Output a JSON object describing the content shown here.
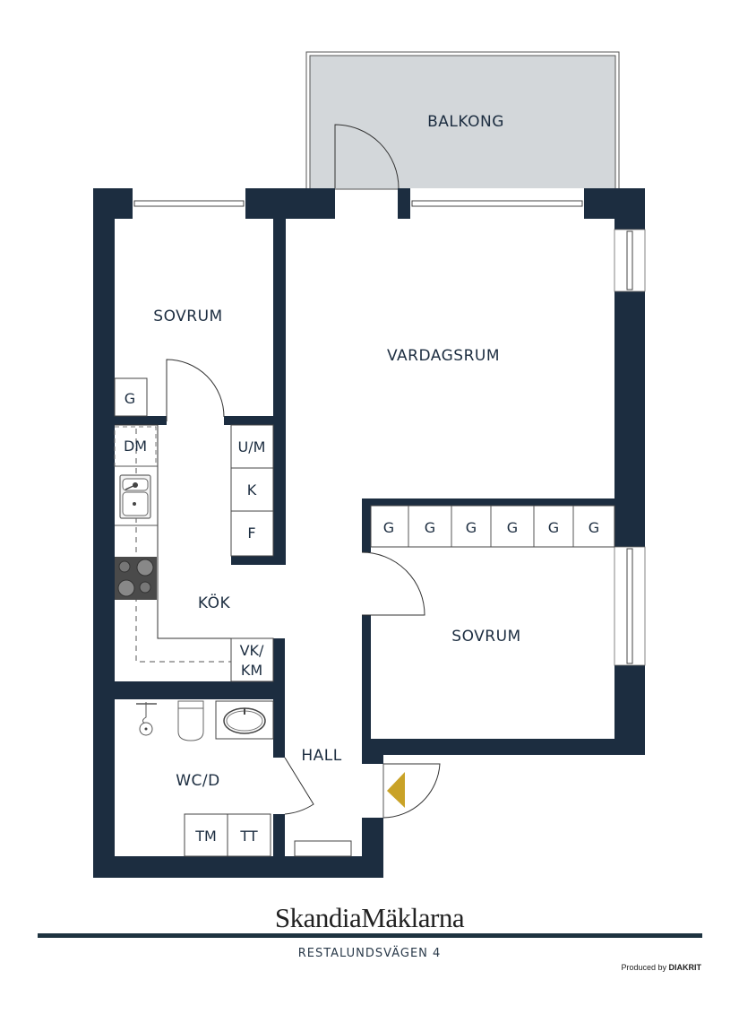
{
  "floorplan": {
    "rooms": {
      "balcony": "BALKONG",
      "bedroom_1": "SOVRUM",
      "living_room": "VARDAGSRUM",
      "kitchen": "KÖK",
      "bedroom_2": "SOVRUM",
      "bathroom": "WC/D",
      "hall": "HALL"
    },
    "fixtures": {
      "wardrobe_bedroom_1": "G",
      "dishwasher": "DM",
      "oven_microwave": "U/M",
      "fridge": "K",
      "freezer": "F",
      "water_heater_line1": "VK/",
      "water_heater_line2": "KM",
      "washing_machine": "TM",
      "dryer": "TT",
      "wardrobes_bedroom_2": [
        "G",
        "G",
        "G",
        "G",
        "G",
        "G"
      ]
    },
    "colors": {
      "wall": "#1c2d40",
      "balcony_fill": "#d3d7da",
      "entrance_marker": "#c9a227",
      "stove": "#4a4a4a"
    }
  },
  "footer": {
    "brand": "SkandiaMäklarna",
    "address": "RESTALUNDSVÄGEN 4",
    "credit_prefix": "Produced by",
    "credit_brand": "DIAKRIT"
  }
}
